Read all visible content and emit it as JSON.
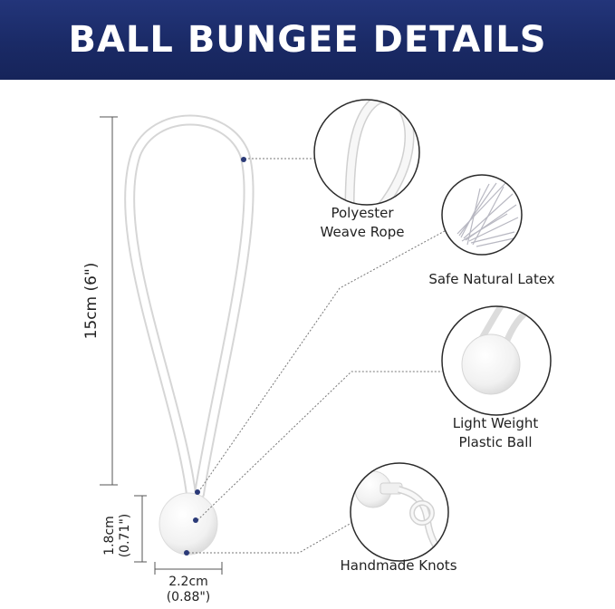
{
  "header": {
    "title": "BALL BUNGEE DETAILS"
  },
  "dimensions": {
    "length": "15cm (6\")",
    "ball_height_cm": "1.8cm",
    "ball_height_in": "(0.71\")",
    "ball_width_cm": "2.2cm",
    "ball_width_in": "(0.88\")"
  },
  "features": {
    "rope_line1": "Polyester",
    "rope_line2": "Weave Rope",
    "latex": "Safe Natural Latex",
    "ball_line1": "Light Weight",
    "ball_line2": "Plastic Ball",
    "knots": "Handmade Knots"
  },
  "colors": {
    "banner": "#1d2d6b",
    "marker": "#2b3a78"
  }
}
